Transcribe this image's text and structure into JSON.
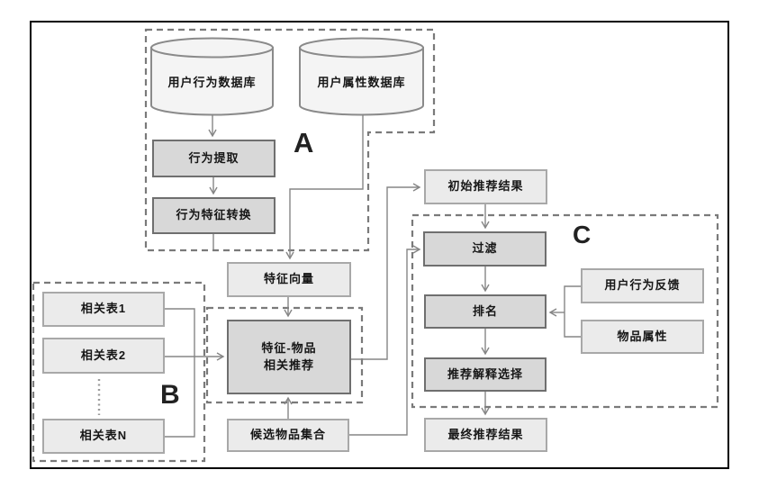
{
  "diagram": {
    "region_labels": {
      "a": "A",
      "b": "B",
      "c": "C"
    },
    "nodes": {
      "user_behavior_db": "用户行为数据库",
      "user_attribute_db": "用户属性数据库",
      "behavior_extraction": "行为提取",
      "behavior_feature_transform": "行为特征转换",
      "feature_vector": "特征向量",
      "related_table_1": "相关表1",
      "related_table_2": "相关表2",
      "related_table_n": "相关表N",
      "feature_item_recommend": {
        "line1": "特征-物品",
        "line2": "相关推荐"
      },
      "initial_result": "初始推荐结果",
      "filter": "过滤",
      "ranking": "排名",
      "explanation_selection": "推荐解释选择",
      "final_result": "最终推荐结果",
      "candidate_item_set": "候选物品集合",
      "user_behavior_feedback": "用户行为反馈",
      "item_attribute": "物品属性"
    },
    "colors": {
      "process_fill": "#d8d8d8",
      "process_border": "#6f6f6f",
      "data_fill": "#ebebeb",
      "data_border": "#a8a8a8",
      "cylinder_fill": "#f4f4f4",
      "cylinder_border": "#8a8a8a",
      "connector": "#858585",
      "region_border": "#7a7a7a",
      "frame_border": "#000000"
    }
  }
}
